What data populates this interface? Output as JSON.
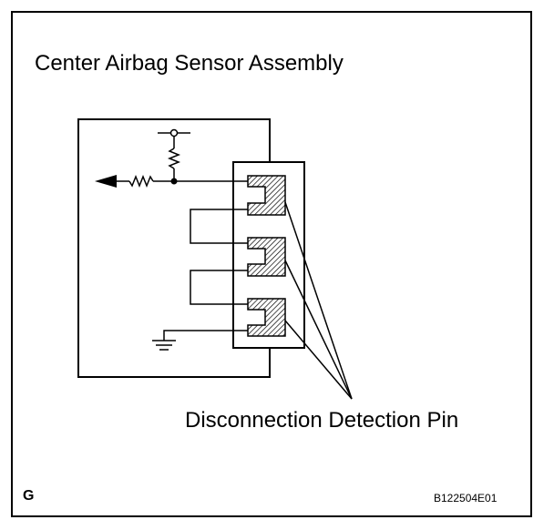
{
  "diagram": {
    "title": "Center Airbag Sensor Assembly",
    "pin_label": "Disconnection Detection Pin",
    "corner_left": "G",
    "corner_right": "B122504E01",
    "colors": {
      "line": "#000000",
      "background": "#ffffff"
    }
  }
}
